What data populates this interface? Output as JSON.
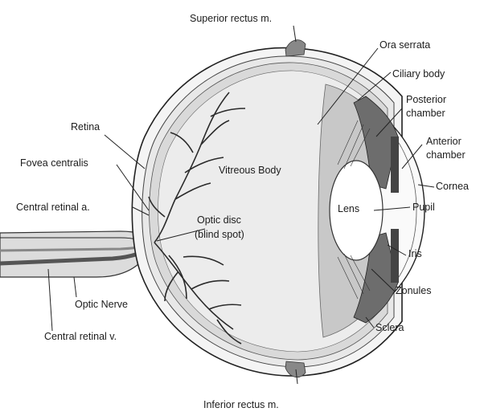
{
  "labels": {
    "superior_rectus": "Superior rectus m.",
    "ora_serrata": "Ora serrata",
    "ciliary_body": "Ciliary body",
    "posterior_chamber_1": "Posterior",
    "posterior_chamber_2": "chamber",
    "anterior_chamber_1": "Anterior",
    "anterior_chamber_2": "chamber",
    "cornea": "Cornea",
    "pupil": "Pupil",
    "iris": "Iris",
    "zonules": "Zonules",
    "sclera": "Sclera",
    "inferior_rectus": "Inferior rectus m.",
    "retina": "Retina",
    "fovea_centralis": "Fovea centralis",
    "central_retinal_a": "Central retinal a.",
    "optic_nerve": "Optic Nerve",
    "central_retinal_v": "Central retinal v.",
    "vitreous_body": "Vitreous Body",
    "optic_disc_1": "Optic disc",
    "optic_disc_2": "(blind spot)",
    "lens": "Lens"
  }
}
